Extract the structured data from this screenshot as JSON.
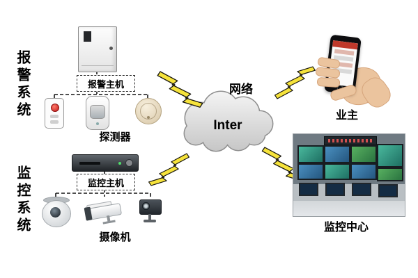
{
  "labels": {
    "alarm_system": "报警系统",
    "monitoring_system": "监控系统",
    "alarm_host": "报警主机",
    "detectors": "探测器",
    "network": "网络",
    "cloud": "Inter",
    "owner": "业主",
    "monitoring_host": "监控主机",
    "cameras": "摄像机",
    "monitoring_center": "监控中心"
  },
  "colors": {
    "bolt": "#f6e33b",
    "cloud_light": "#f4f4f4",
    "cloud_dark": "#c6c6c6",
    "cloud_stroke": "#8f8f8f"
  }
}
